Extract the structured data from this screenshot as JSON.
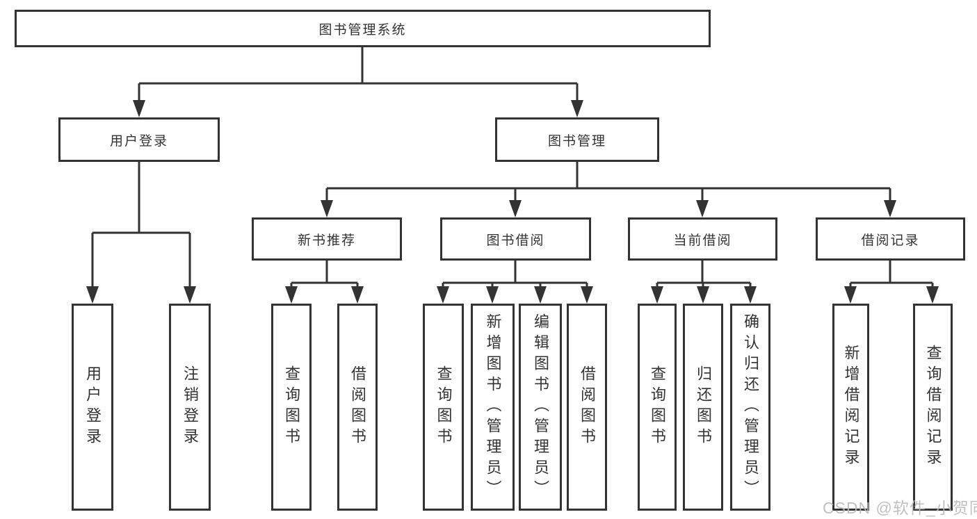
{
  "diagram": {
    "title_node": {
      "label": "图书管理系统"
    },
    "branches": [
      {
        "label": "用户登录",
        "children": [
          {
            "label": "用户登录"
          },
          {
            "label": "注销登录"
          }
        ]
      },
      {
        "label": "图书管理",
        "children": [
          {
            "label": "新书推荐",
            "children": [
              {
                "label": "查询图书"
              },
              {
                "label": "借阅图书"
              }
            ]
          },
          {
            "label": "图书借阅",
            "children": [
              {
                "label": "查询图书"
              },
              {
                "label": "新增图书（管理员）"
              },
              {
                "label": "编辑图书（管理员）"
              },
              {
                "label": "借阅图书"
              }
            ]
          },
          {
            "label": "当前借阅",
            "children": [
              {
                "label": "查询图书"
              },
              {
                "label": "归还图书"
              },
              {
                "label": "确认归还（管理员）"
              }
            ]
          },
          {
            "label": "借阅记录",
            "children": [
              {
                "label": "新增借阅记录"
              },
              {
                "label": "查询借阅记录"
              }
            ]
          }
        ]
      }
    ],
    "watermark": "CSDN @软件_小贺同学",
    "colors": {
      "line": "#333333",
      "box_border": "#333333",
      "box_fill": "#ffffff",
      "text": "#333333",
      "watermark": "#b9b9b9"
    }
  }
}
